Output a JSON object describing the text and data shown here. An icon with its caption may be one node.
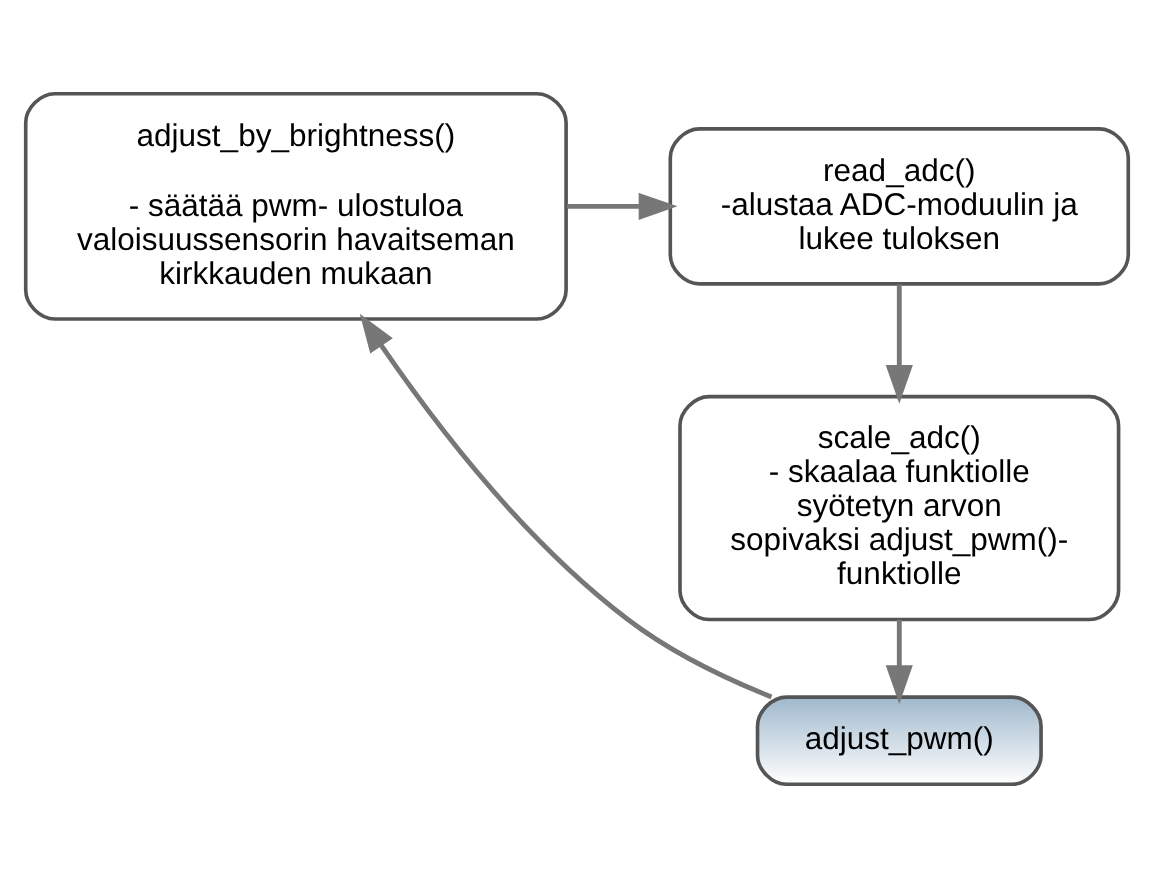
{
  "diagram": {
    "nodes": [
      {
        "text": [
          "adjust_by_brightness()",
          "- säätää pwm- ulostuloa valoisuussensorin havaitseman kirkkauden mukaan"
        ]
      },
      {
        "text": [
          "read_adc()",
          "-alustaa ADC-moduulin ja lukee tuloksen"
        ]
      },
      {
        "text": [
          "scale_adc()",
          "- skaalaa funktiolle syötetyn arvon  sopivaksi adjust_pwm()- funktiolle"
        ]
      },
      {
        "text": [
          "adjust_pwm()"
        ]
      }
    ],
    "edges": [
      {
        "from": 0,
        "to": 1,
        "arrow": "to"
      },
      {
        "from": 1,
        "to": 2,
        "arrow": "to"
      },
      {
        "from": 2,
        "to": 3,
        "arrow": "to"
      },
      {
        "from": 3,
        "to": 0,
        "arrow": "to"
      }
    ]
  }
}
